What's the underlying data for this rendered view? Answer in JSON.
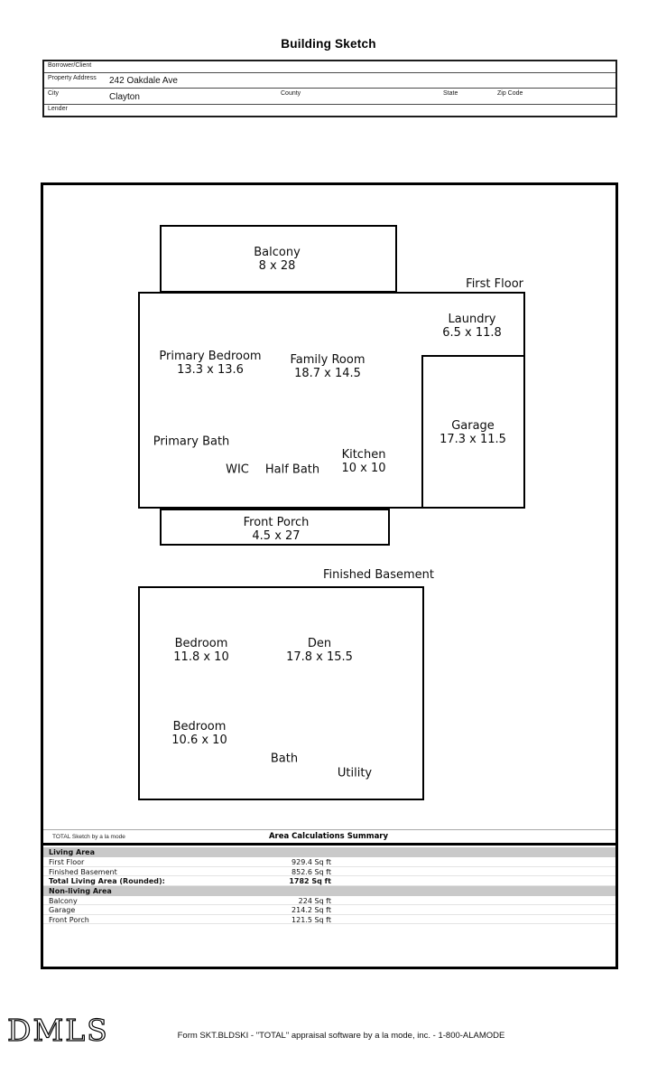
{
  "page_title": "Building Sketch",
  "form": {
    "borrower_label": "Borrower/Client",
    "property_label": "Property Address",
    "property_value": "242 Oakdale Ave",
    "city_label": "City",
    "city_value": "Clayton",
    "county_label": "County",
    "state_label": "State",
    "zip_label": "Zip Code",
    "lender_label": "Lender"
  },
  "sketch": {
    "first_floor_label": "First Floor",
    "basement_label": "Finished Basement",
    "rooms": {
      "balcony": {
        "name": "Balcony",
        "dims": "8 x 28"
      },
      "primary_bedroom": {
        "name": "Primary Bedroom",
        "dims": "13.3 x 13.6"
      },
      "family_room": {
        "name": "Family Room",
        "dims": "18.7 x 14.5"
      },
      "laundry": {
        "name": "Laundry",
        "dims": "6.5 x 11.8"
      },
      "primary_bath": {
        "name": "Primary Bath"
      },
      "wic": {
        "name": "WIC"
      },
      "half_bath": {
        "name": "Half Bath"
      },
      "kitchen": {
        "name": "Kitchen",
        "dims": "10 x 10"
      },
      "garage": {
        "name": "Garage",
        "dims": "17.3 x 11.5"
      },
      "front_porch": {
        "name": "Front Porch",
        "dims": "4.5 x 27"
      },
      "bedroom_1": {
        "name": "Bedroom",
        "dims": "11.8 x 10"
      },
      "den": {
        "name": "Den",
        "dims": "17.8 x 15.5"
      },
      "bedroom_2": {
        "name": "Bedroom",
        "dims": "10.6 x 10"
      },
      "bath": {
        "name": "Bath"
      },
      "utility": {
        "name": "Utility"
      }
    }
  },
  "summary": {
    "vendor_note": "TOTAL Sketch by a la mode",
    "title": "Area Calculations Summary",
    "living_area": {
      "header": "Living Area",
      "rows": [
        {
          "label": "First Floor",
          "value": "929.4 Sq ft"
        },
        {
          "label": "Finished Basement",
          "value": "852.6 Sq ft"
        }
      ],
      "total_label": "Total Living Area (Rounded):",
      "total_value": "1782 Sq ft"
    },
    "non_living_area": {
      "header": "Non-living Area",
      "rows": [
        {
          "label": "Balcony",
          "value": "224 Sq ft"
        },
        {
          "label": "Garage",
          "value": "214.2 Sq ft"
        },
        {
          "label": "Front Porch",
          "value": "121.5 Sq ft"
        }
      ]
    }
  },
  "footer": {
    "logo": "DMLS",
    "form_line": "Form SKT.BLDSKI - \"TOTAL\" appraisal software by a la mode, inc. - 1-800-ALAMODE"
  }
}
